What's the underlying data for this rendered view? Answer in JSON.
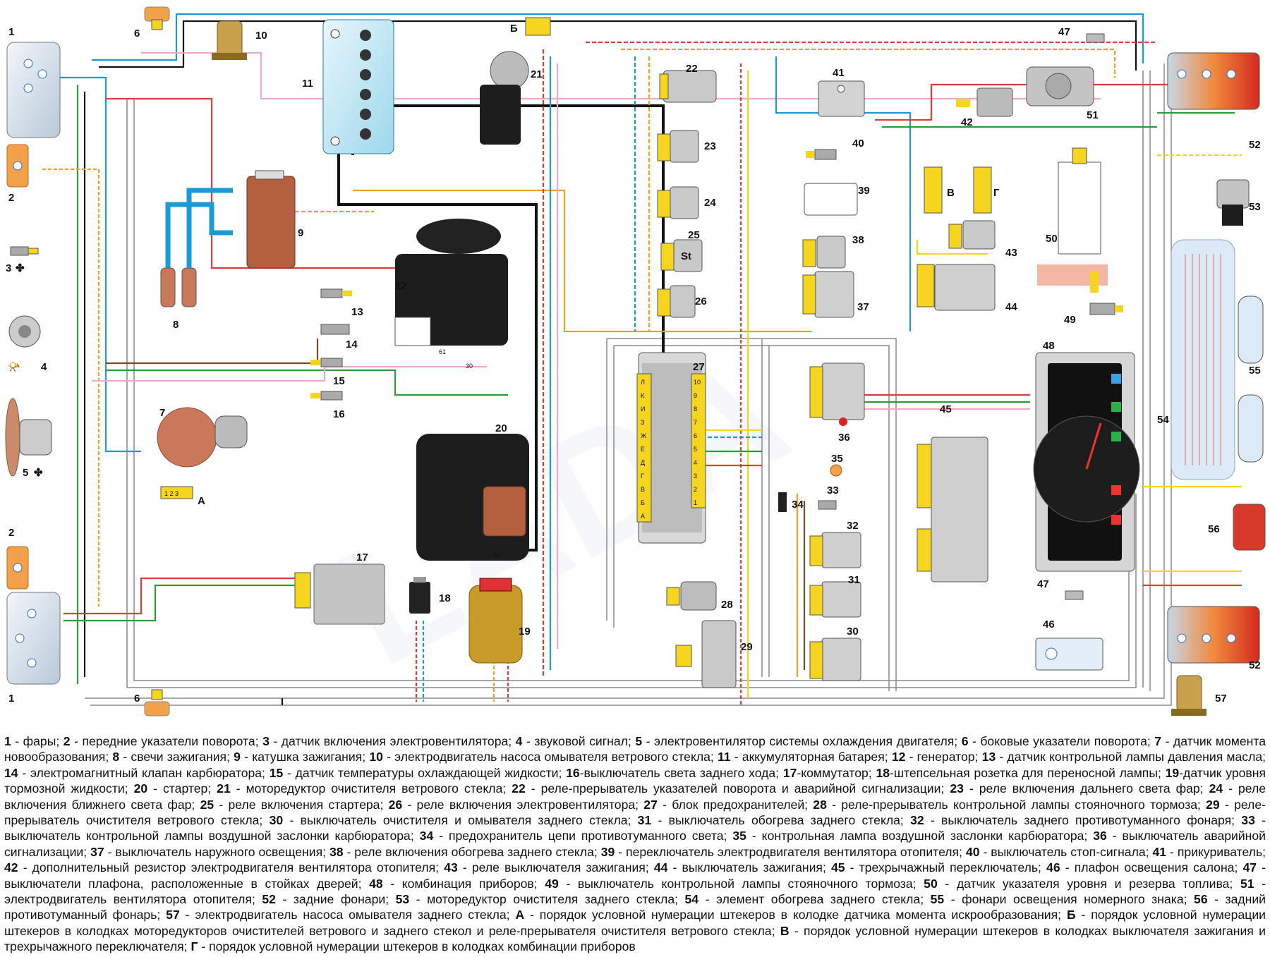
{
  "watermark": "LADA",
  "component_labels": {
    "c1a": "1",
    "c1b": "1",
    "c2a": "2",
    "c2b": "2",
    "c3": "3",
    "c4": "4",
    "c5": "5",
    "c6a": "6",
    "c6b": "6",
    "c7": "7",
    "c8": "8",
    "c9": "9",
    "c10": "10",
    "c11": "11",
    "c12": "12",
    "c13": "13",
    "c14": "14",
    "c15": "15",
    "c16": "16",
    "c17": "17",
    "c18": "18",
    "c19": "19",
    "c20": "20",
    "c21": "21",
    "c22": "22",
    "c23": "23",
    "c24": "24",
    "c25": "25",
    "c26": "26",
    "c27": "27",
    "c28": "28",
    "c29": "29",
    "c30": "30",
    "c31": "31",
    "c32": "32",
    "c33": "33",
    "c34": "34",
    "c35": "35",
    "c36": "36",
    "c37": "37",
    "c38": "38",
    "c39": "39",
    "c40": "40",
    "c41": "41",
    "c42": "42",
    "c43": "43",
    "c44": "44",
    "c45": "45",
    "c46": "46",
    "c47a": "47",
    "c47b": "47",
    "c48": "48",
    "c49": "49",
    "c50": "50",
    "c51": "51",
    "c52a": "52",
    "c52b": "52",
    "c53": "53",
    "c54": "54",
    "c55": "55",
    "c56": "56",
    "c57": "57",
    "cA": "А",
    "cB": "Б",
    "cV": "В",
    "cG": "Г",
    "t61": "61",
    "t30a": "30",
    "t50": "50",
    "st": "St"
  },
  "fuse_letters": [
    "Л",
    "К",
    "И",
    "З",
    "Ж",
    "Е",
    "Д",
    "Г",
    "В",
    "Б",
    "А"
  ],
  "fuse_numbers": [
    "10",
    "9",
    "8",
    "7",
    "6",
    "5",
    "4",
    "3",
    "2",
    "1"
  ],
  "legend": [
    {
      "n": "1",
      "t": " - фары; "
    },
    {
      "n": "2",
      "t": " - передние указатели поворота; "
    },
    {
      "n": "3",
      "t": " - датчик включения электровентилятора; "
    },
    {
      "n": "4",
      "t": " - звуковой сигнал; "
    },
    {
      "n": "5",
      "t": " - электровентилятор системы охлаждения двигателя; "
    },
    {
      "n": "6",
      "t": " - боковые указатели поворота; "
    },
    {
      "n": "7",
      "t": " - датчик момента новообразования; "
    },
    {
      "n": "8",
      "t": " - свечи зажигания; "
    },
    {
      "n": "9",
      "t": " - катушка зажигания; "
    },
    {
      "n": "10",
      "t": " - электродвигатель насоса омывателя ветрового стекла; "
    },
    {
      "n": "11",
      "t": " - аккумуляторная батарея; "
    },
    {
      "n": "12",
      "t": " - генератор; "
    },
    {
      "n": "13",
      "t": " - датчик контрольной лампы давления масла; "
    },
    {
      "n": "14",
      "t": " - электромагнитный клапан карбюратора; "
    },
    {
      "n": "15",
      "t": " - датчик температуры охлаждающей жидкости; "
    },
    {
      "n": "16",
      "t": "-выключатель света заднего хода; "
    },
    {
      "n": "17",
      "t": "-коммутатор; "
    },
    {
      "n": "18",
      "t": "-штепсельная розетка для переносной лампы; "
    },
    {
      "n": "19",
      "t": "-датчик уровня тормозной жидкости; "
    },
    {
      "n": "20",
      "t": " - стартер; "
    },
    {
      "n": "21",
      "t": " - моторедуктор очистителя ветрового стекла; "
    },
    {
      "n": "22",
      "t": " - реле-прерыватель указателей поворота и аварийной сигнализации; "
    },
    {
      "n": "23",
      "t": " - реле включения дальнего света фар; "
    },
    {
      "n": "24",
      "t": " - реле включения ближнего света фар; "
    },
    {
      "n": "25",
      "t": " - реле включения стартера; "
    },
    {
      "n": "26",
      "t": " - реле включения электровентилятора; "
    },
    {
      "n": "27",
      "t": " - блок предохранителей; "
    },
    {
      "n": "28",
      "t": " - реле-прерыватель контрольной лампы стояночного тормоза; "
    },
    {
      "n": "29",
      "t": " - реле-прерыватель очистителя ветрового стекла; "
    },
    {
      "n": "30",
      "t": " - выключатель очистителя и омывателя заднего стекла; "
    },
    {
      "n": "31",
      "t": " - выключатель обогрева заднего стекла; "
    },
    {
      "n": "32",
      "t": " - выключатель заднего противотуманного фонаря; "
    },
    {
      "n": "33",
      "t": " - выключатель контрольной лампы воздушной заслонки карбюратора; "
    },
    {
      "n": "34",
      "t": " - предохранитель цепи противотуманного света; "
    },
    {
      "n": "35",
      "t": " - контрольная лампа воздушной заслонки карбюратора; "
    },
    {
      "n": "36",
      "t": " - выключатель аварийной сигнализации; "
    },
    {
      "n": "37",
      "t": " - выключатель наружного освещения; "
    },
    {
      "n": "38",
      "t": " - реле включения обогрева заднего стекла; "
    },
    {
      "n": "39",
      "t": " - переключатель электродвигателя вентилятора отопителя; "
    },
    {
      "n": "40",
      "t": " - выключатель стоп-сигнала; "
    },
    {
      "n": "41",
      "t": " - прикуриватель; "
    },
    {
      "n": "42",
      "t": " - дополнительный резистор электродвигателя вентилятора отопителя; "
    },
    {
      "n": "43",
      "t": " - реле выключателя зажигания; "
    },
    {
      "n": "44",
      "t": " - выключатель зажигания; "
    },
    {
      "n": "45",
      "t": " - трехрычажный переключатель; "
    },
    {
      "n": "46",
      "t": " - плафон освещения салона; "
    },
    {
      "n": "47",
      "t": " - выключатели плафона, расположенные в стойках дверей; "
    },
    {
      "n": "48",
      "t": " - комбинация приборов; "
    },
    {
      "n": "49",
      "t": " - выключатель контрольной лампы стояночного тормоза; "
    },
    {
      "n": "50",
      "t": " - датчик указателя уровня и резерва топлива; "
    },
    {
      "n": "51",
      "t": " - электродвигатель вентилятора отопителя; "
    },
    {
      "n": "52",
      "t": " - задние фонари; "
    },
    {
      "n": "53",
      "t": " - моторедуктор очистителя заднего стекла; "
    },
    {
      "n": "54",
      "t": " - элемент обогрева заднего стекла; "
    },
    {
      "n": "55",
      "t": " - фонари освещения номерного знака; "
    },
    {
      "n": "56",
      "t": " - задний противотуманный фонарь; "
    },
    {
      "n": "57",
      "t": " - электродвигатель насоса омывателя заднего стекла; "
    },
    {
      "n": "А",
      "t": " - порядок условной нумерации штекеров в колодке датчика момента искрообразования; "
    },
    {
      "n": "Б",
      "t": " - порядок условной нумерации штекеров в колодках моторедукторов очистителей ветрового и заднего стекол и реле-прерывателя очистителя ветрового стекла; "
    },
    {
      "n": "В",
      "t": " - порядок условной нумерации штекеров в колодках выключателя зажигания и трехрычажного переключателя; "
    },
    {
      "n": "Г",
      "t": " - порядок условной нумерации штекеров в колодках комбинации приборов"
    }
  ]
}
